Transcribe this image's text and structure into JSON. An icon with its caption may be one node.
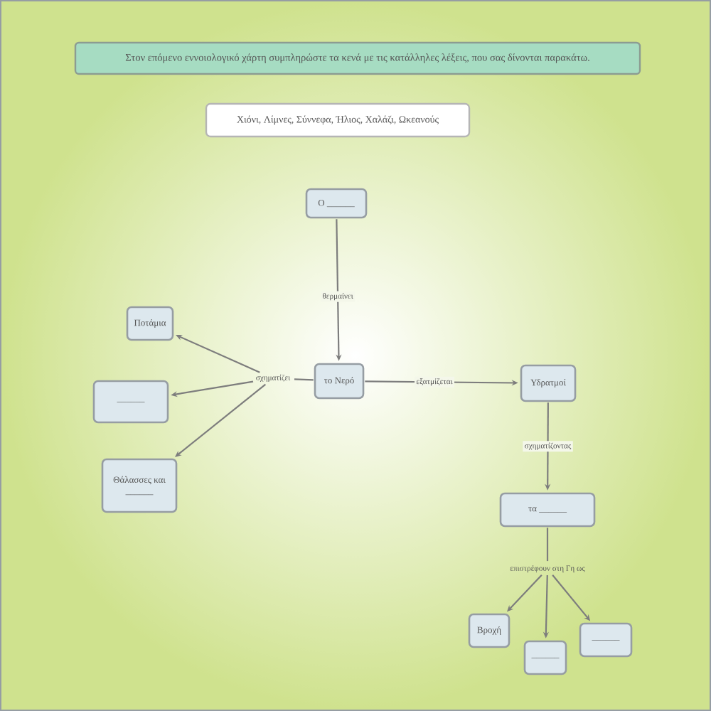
{
  "diagram": {
    "title": "Στον επόμενο εννοιολογικό χάρτη συμπληρώστε τα κενά με τις κατάλληλες λέξεις, που σας δίνονται παρακάτω.",
    "nodes": [
      {
        "text": [
          "Χιόνι, Λίμνες, Σύννεφα, Ήλιος, Χαλάζι, Ωκεανούς"
        ]
      },
      {
        "text": [
          "Ο ______"
        ]
      },
      {
        "text": [
          "το Νερό"
        ]
      },
      {
        "text": [
          "σχηματίζει"
        ]
      },
      {
        "text": [
          "Ποτάμια"
        ]
      },
      {
        "text": [
          "______"
        ]
      },
      {
        "text": [
          "Θάλασσες και ______"
        ]
      },
      {
        "text": [
          "Υδρατμοί"
        ]
      },
      {
        "text": [
          "τα ______"
        ]
      },
      {
        "text": [
          "επιστρέφουν στη Γη ως"
        ]
      },
      {
        "text": [
          "Βροχή"
        ]
      },
      {
        "text": [
          "______"
        ]
      },
      {
        "text": [
          "______"
        ]
      }
    ],
    "edges": [
      {
        "from": 1,
        "to": 2,
        "arrow": "to",
        "label": "θερμαίνει"
      },
      {
        "from": 2,
        "to": 3,
        "arrow": "none"
      },
      {
        "from": 3,
        "to": 4,
        "arrow": "to"
      },
      {
        "from": 3,
        "to": 5,
        "arrow": "to"
      },
      {
        "from": 3,
        "to": 6,
        "arrow": "to"
      },
      {
        "from": 2,
        "to": 7,
        "arrow": "to",
        "label": "εξατμίζεται"
      },
      {
        "from": 7,
        "to": 8,
        "arrow": "to",
        "label": "σχηματίζοντας"
      },
      {
        "from": 8,
        "to": 9,
        "arrow": "none"
      },
      {
        "from": 9,
        "to": 10,
        "arrow": "to"
      },
      {
        "from": 9,
        "to": 11,
        "arrow": "to"
      },
      {
        "from": 9,
        "to": 12,
        "arrow": "to"
      }
    ]
  }
}
